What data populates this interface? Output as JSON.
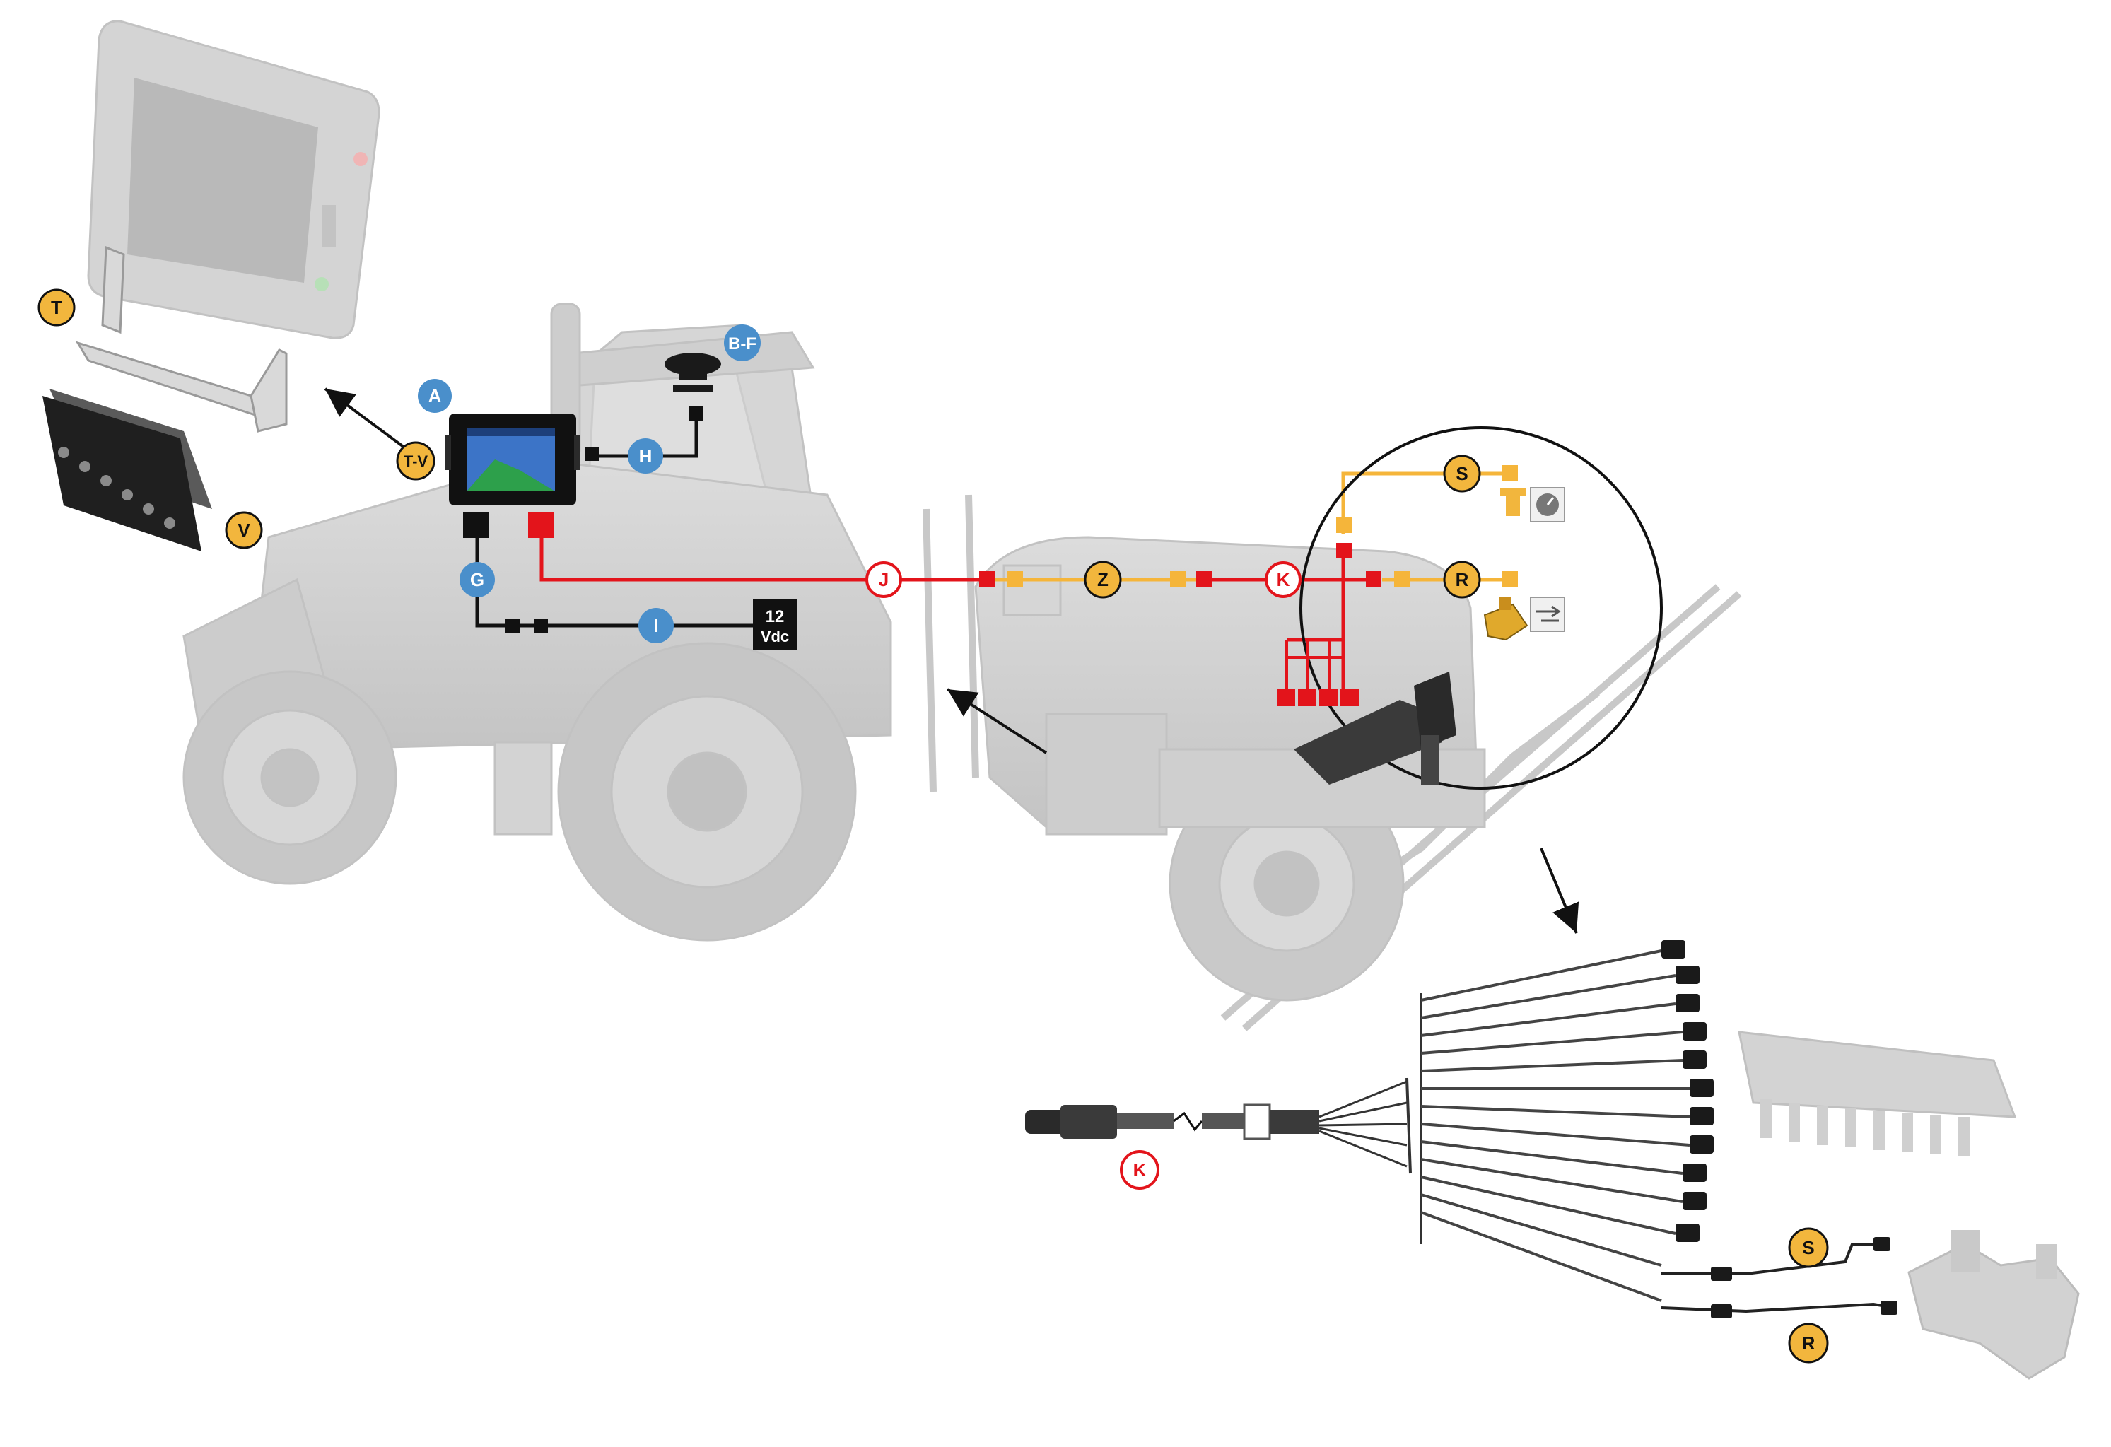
{
  "colors": {
    "blue_badge": "#4a8fcb",
    "orange_badge": "#f2b63d",
    "orange_line": "#f5b53a",
    "red_line": "#e3141b",
    "black_line": "#111111",
    "ghost_gray": "#cfcfcf",
    "ghost_dark": "#bdbdbd"
  },
  "labels": {
    "A": "A",
    "BF": "B-F",
    "H": "H",
    "G": "G",
    "I": "I",
    "J": "J",
    "Z": "Z",
    "K": "K",
    "S": "S",
    "R": "R",
    "T": "T",
    "TV": "T-V",
    "V": "V",
    "K_harness": "K",
    "S_harness": "S",
    "R_harness": "R"
  },
  "power": {
    "line1": "12",
    "line2": "Vdc"
  },
  "icons": {
    "gps": "gps-antenna-icon",
    "pressure": "pressure-gauge-icon",
    "regulator": "regulating-valve-icon",
    "pressure_sensor": "pressure-sensor-icon"
  }
}
